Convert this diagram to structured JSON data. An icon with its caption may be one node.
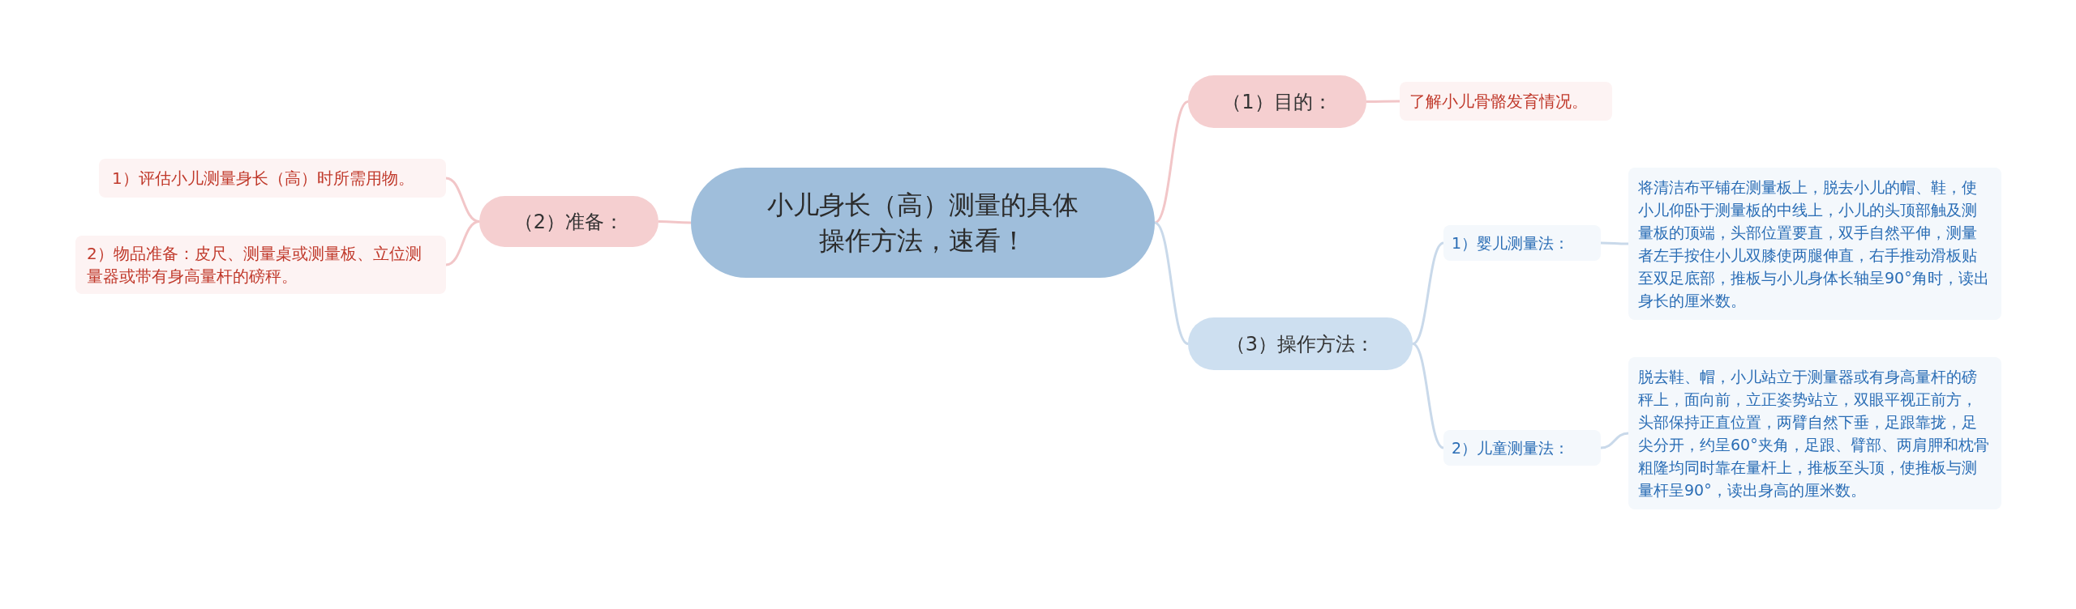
{
  "diagram": {
    "nodes": [
      {
        "text": [
          "小儿身长（高）测量的具体操作方法，速看！"
        ]
      },
      {
        "text": [
          "（1）目的："
        ]
      },
      {
        "text": [
          "了解小儿骨骼发育情况。"
        ]
      },
      {
        "text": [
          "（2）准备："
        ]
      },
      {
        "text": [
          "1）评估小儿测量身长（高）时所需用物。"
        ]
      },
      {
        "text": [
          "2）物品准备：皮尺、测量桌或测量板、立位测量器或带有身高量杆的磅秤。"
        ]
      },
      {
        "text": [
          "（3）操作方法："
        ]
      },
      {
        "text": [
          "1）婴儿测量法："
        ]
      },
      {
        "text": [
          "将清洁布平铺在测量板上，脱去小儿的帽、鞋，使小儿仰卧于测量板的中线上，小儿的头顶部触及测量板的顶端，头部位置要直，双手自然平伸，测量者左手按住小儿双膝使两腿伸直，右手推动滑板贴至双足底部，推板与小儿身体长轴呈90°角时，读出身长的厘米数。"
        ]
      },
      {
        "text": [
          "2）儿童测量法："
        ]
      },
      {
        "text": [
          "脱去鞋、帽，小儿站立于测量器或有身高量杆的磅秤上，面向前，立正姿势站立，双眼平视正前方，头部保持正直位置，两臂自然下垂，足跟靠拢，足尖分开，约呈60°夹角，足跟、臂部、两肩胛和枕骨粗隆均同时靠在量杆上，推板至头顶，使推板与测量杆呈90°，读出身高的厘米数。"
        ]
      }
    ],
    "edges": [
      {
        "from": 0,
        "to": 1,
        "arrow": "none",
        "color": "#f2c6c8"
      },
      {
        "from": 1,
        "to": 2,
        "arrow": "none",
        "color": "#f2c6c8"
      },
      {
        "from": 0,
        "to": 3,
        "arrow": "none",
        "color": "#f2c6c8"
      },
      {
        "from": 3,
        "to": 4,
        "arrow": "none",
        "color": "#f2c6c8"
      },
      {
        "from": 3,
        "to": 5,
        "arrow": "none",
        "color": "#f2c6c8"
      },
      {
        "from": 0,
        "to": 6,
        "arrow": "none",
        "color": "#c9d9ea"
      },
      {
        "from": 6,
        "to": 7,
        "arrow": "none",
        "color": "#c9d9ea"
      },
      {
        "from": 7,
        "to": 8,
        "arrow": "none",
        "color": "#c9d9ea"
      },
      {
        "from": 6,
        "to": 9,
        "arrow": "none",
        "color": "#c9d9ea"
      },
      {
        "from": 9,
        "to": 10,
        "arrow": "none",
        "color": "#c9d9ea"
      }
    ]
  }
}
